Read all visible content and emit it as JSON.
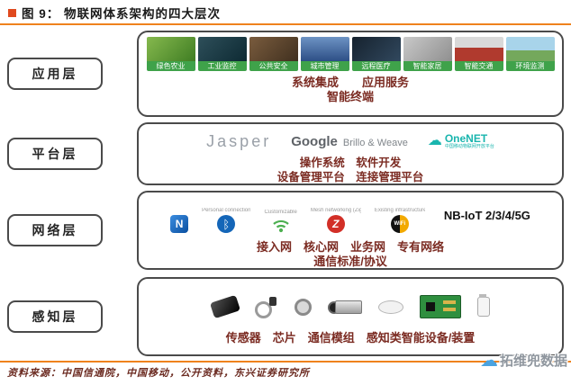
{
  "header": {
    "figure_label": "图 9：",
    "title": "物联网体系架构的四大层次"
  },
  "app_layer": {
    "label": "应用层",
    "tiles": [
      {
        "name": "绿色农业"
      },
      {
        "name": "工业监控"
      },
      {
        "name": "公共安全"
      },
      {
        "name": "城市管理"
      },
      {
        "name": "远程医疗"
      },
      {
        "name": "智能家居"
      },
      {
        "name": "智能交通"
      },
      {
        "name": "环境监测"
      }
    ],
    "line1": "系统集成　　应用服务",
    "line2": "智能终端"
  },
  "platform_layer": {
    "label": "平台层",
    "logos": {
      "jasper": "Jasper",
      "google": "Google",
      "brillo": "Brillo & Weave",
      "onenet": "OneNET",
      "onenet_sub": "中国移动物联网开放平台"
    },
    "line1": "操作系统　软件开发",
    "line2": "设备管理平台　连接管理平台"
  },
  "network_layer": {
    "label": "网络层",
    "techs": [
      {
        "name": "NFC",
        "caption": "",
        "glyph": "N"
      },
      {
        "name": "Bluetooth",
        "caption": "Personal connection",
        "glyph": "ᛒ"
      },
      {
        "name": "Customizable",
        "caption": "Customizable",
        "glyph": ""
      },
      {
        "name": "ZigBee",
        "caption": "Mesh networking (ZigBee)",
        "glyph": "Z"
      },
      {
        "name": "WiFi",
        "caption": "Existing infrastructure",
        "glyph": "WiFi"
      }
    ],
    "nbiot": "NB-IoT  2/3/4/5G",
    "line1": "接入网　核心网　业务网　专有网络",
    "line2": "通信标准/协议",
    "accent_blue": "#1466b8",
    "accent_green": "#4caf50",
    "accent_red": "#d22f27",
    "accent_yellow": "#f2a900"
  },
  "perception_layer": {
    "label": "感知层",
    "line1": "传感器　芯片　通信模组　感知类智能设备/装置"
  },
  "footer": {
    "source": "资料来源：中国信通院，中国移动，公开资料，东兴证券研究所"
  },
  "watermark": {
    "text": "拓维兜数据"
  },
  "colors": {
    "accent_orange": "#ef821d",
    "bullet_red": "#e0491e",
    "content_text": "#7b2b22",
    "app_label_green": "#3fa24a",
    "onenet_teal": "#19b5ae"
  }
}
